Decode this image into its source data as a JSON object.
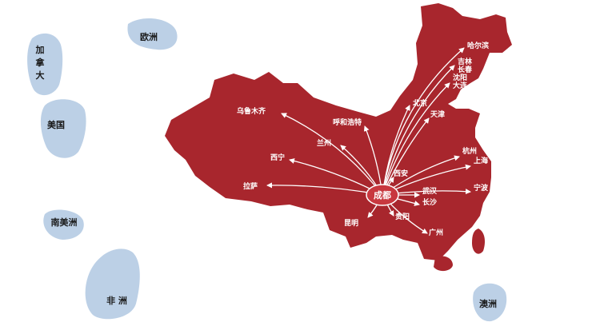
{
  "map": {
    "colors": {
      "china_fill": "#a8262d",
      "continent_fill": "#bcd0e6",
      "route_stroke": "#ffffff",
      "hub_fill": "#c8383f"
    },
    "hub": {
      "name": "成都"
    },
    "continents": [
      {
        "id": "canada",
        "label": "加\n拿\n大"
      },
      {
        "id": "europe",
        "label": "欧洲"
      },
      {
        "id": "usa",
        "label": "美国"
      },
      {
        "id": "south-america",
        "label": "南美洲"
      },
      {
        "id": "africa",
        "label": "非 洲"
      },
      {
        "id": "australia",
        "label": "澳洲"
      }
    ],
    "destinations": [
      {
        "id": "harbin",
        "label": "哈尔滨"
      },
      {
        "id": "jilin-changchun",
        "label": "吉林\n长春"
      },
      {
        "id": "shenyang-dalian",
        "label": "沈阳\n大连"
      },
      {
        "id": "beijing",
        "label": "北京"
      },
      {
        "id": "tianjin",
        "label": "天津"
      },
      {
        "id": "urumqi",
        "label": "乌鲁木齐"
      },
      {
        "id": "hohhot",
        "label": "呼和浩特"
      },
      {
        "id": "lanzhou",
        "label": "兰州"
      },
      {
        "id": "xining",
        "label": "西宁"
      },
      {
        "id": "lhasa",
        "label": "拉萨"
      },
      {
        "id": "xian",
        "label": "西安"
      },
      {
        "id": "hangzhou",
        "label": "杭州"
      },
      {
        "id": "shanghai",
        "label": "上海"
      },
      {
        "id": "ningbo",
        "label": "宁波"
      },
      {
        "id": "wuhan",
        "label": "武汉"
      },
      {
        "id": "changsha",
        "label": "长沙"
      },
      {
        "id": "guiyang",
        "label": "贵阳"
      },
      {
        "id": "kunming",
        "label": "昆明"
      },
      {
        "id": "guangzhou",
        "label": "广州"
      }
    ]
  }
}
